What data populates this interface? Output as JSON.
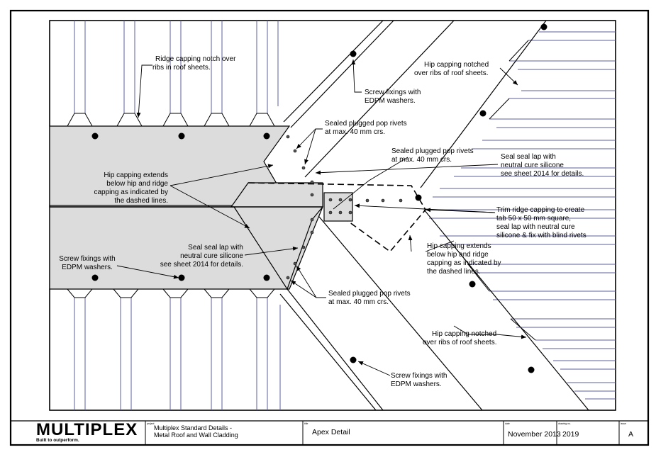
{
  "annotations": {
    "ridge_notch": [
      "Ridge capping notch over",
      "ribs in roof sheets."
    ],
    "screw_top": [
      "Screw fixings with",
      "EDPM washers."
    ],
    "hip_notched_top": [
      "Hip capping notched",
      "over ribs of roof sheets."
    ],
    "rivets_1": [
      "Sealed plugged pop rivets",
      "at max. 40 mm crs."
    ],
    "rivets_2": [
      "Sealed plugged pop rivets",
      "at max. 40 mm crs."
    ],
    "seal_lap_right": [
      "Seal seal lap with",
      "neutral cure silicone",
      "see sheet 2014 for details."
    ],
    "hip_extends_left": [
      "Hip capping extends",
      "below hip and ridge",
      "capping as indicated by",
      "the dashed lines."
    ],
    "trim_ridge": [
      "Trim ridge capping to create",
      "tab 50 x 50 mm square,",
      "seal lap with neutral cure",
      "silicone & fix with blind rivets"
    ],
    "seal_lap_mid": [
      "Seal seal lap with",
      "neutral cure silicone",
      "see sheet 2014 for details."
    ],
    "screw_left": [
      "Screw fixings with",
      "EDPM washers."
    ],
    "hip_extends_right": [
      "Hip capping extends",
      "below hip and ridge",
      "capping as indicated by",
      "the dashed lines."
    ],
    "rivets_3": [
      "Sealed plugged pop rivets",
      "at max. 40 mm crs."
    ],
    "hip_notched_bottom": [
      "Hip capping notched",
      "over ribs of roof sheets."
    ],
    "screw_bottom": [
      "Screw fixings with",
      "EDPM washers."
    ]
  },
  "title_block": {
    "logo": "MULTIPLEX",
    "tagline": "Built to outperform.",
    "project_label": "project",
    "project_line1": "Multiplex Standard Details -",
    "project_line2": "Metal Roof and Wall Cladding",
    "title_label": "title",
    "title": "Apex Detail",
    "date_label": "date",
    "date": "November 2013",
    "drawing_label": "drawing no.",
    "drawing_no": "2019",
    "issue_label": "issue",
    "issue": "A"
  },
  "colors": {
    "capping_fill": "#dcdcdc",
    "rib_lines": "#5c5c9c",
    "ink": "#000000"
  }
}
